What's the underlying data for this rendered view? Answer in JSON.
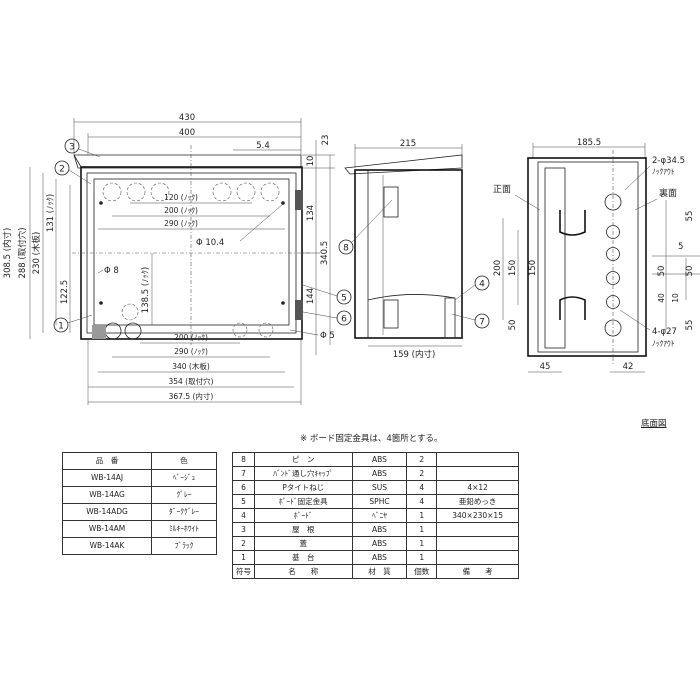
{
  "front": {
    "top_dims": [
      "430",
      "400",
      "5.4"
    ],
    "left_dims": [
      "308.5 (内寸)",
      "288 (取付穴)",
      "230 (木板)",
      "131 (ﾉｯｸ)",
      "122.5",
      "138.5 (ﾉｯｸ)"
    ],
    "inner_dims": [
      "120 (ﾉｯｸ)",
      "200 (ﾉｯｸ)",
      "290 (ﾉｯｸ)",
      "Φ 10.4",
      "Φ 8"
    ],
    "right_dims": [
      "23",
      "10",
      "134",
      "340.5",
      "144"
    ],
    "bottom_dims": [
      "200 (ﾉｯｸ)",
      "290 (ﾉｯｸ)",
      "340 (木板)",
      "354 (取付穴)",
      "367.5 (内寸)",
      "Φ 5"
    ],
    "callouts": [
      "1",
      "2",
      "3",
      "5",
      "6"
    ]
  },
  "side": {
    "dims": [
      "215",
      "159 (内寸)"
    ],
    "callouts": [
      "4",
      "7",
      "8"
    ]
  },
  "bottom_view": {
    "dims_top": [
      "185.5",
      "2-φ34.5",
      "ﾉｯｸｱｳﾄ"
    ],
    "labels": [
      "正面",
      "裏面"
    ],
    "dims_right": [
      "55",
      "5",
      "50",
      "10",
      "40",
      "50",
      "55"
    ],
    "dims_left": [
      "200",
      "150",
      "150",
      "50"
    ],
    "dims_bottom": [
      "45",
      "42",
      "4-φ27",
      "ﾉｯｸｱｳﾄ"
    ],
    "title": "底面図"
  },
  "note": "※ ボード固定金具は、4箇所とする。",
  "color_table": {
    "headers": [
      "品　番",
      "色"
    ],
    "rows": [
      [
        "WB-14AJ",
        "ﾍﾞｰｼﾞｭ"
      ],
      [
        "WB-14AG",
        "ｸﾞﾚｰ"
      ],
      [
        "WB-14ADG",
        "ﾀﾞｰｸｸﾞﾚｰ"
      ],
      [
        "WB-14AM",
        "ﾐﾙｷｰﾎﾜｲﾄ"
      ],
      [
        "WB-14AK",
        "ﾌﾞﾗｯｸ"
      ]
    ]
  },
  "parts_table": {
    "rows": [
      [
        "8",
        "ピ　ン",
        "ABS",
        "2",
        ""
      ],
      [
        "7",
        "ﾊﾞﾝﾄﾞ通し穴ｷｬｯﾌﾟ",
        "ABS",
        "2",
        ""
      ],
      [
        "6",
        "Pタイトねじ",
        "SUS",
        "4",
        "4×12"
      ],
      [
        "5",
        "ﾎﾞｰﾄﾞ固定金具",
        "SPHC",
        "4",
        "亜鉛めっき"
      ],
      [
        "4",
        "ﾎﾞｰﾄﾞ",
        "ﾍﾞﾆﾔ",
        "1",
        "340×230×15"
      ],
      [
        "3",
        "屋　根",
        "ABS",
        "1",
        ""
      ],
      [
        "2",
        "蓋",
        "ABS",
        "1",
        ""
      ],
      [
        "1",
        "基　台",
        "ABS",
        "1",
        ""
      ]
    ],
    "headers": [
      "符号",
      "名　　称",
      "材　質",
      "個数",
      "備　　考"
    ]
  }
}
